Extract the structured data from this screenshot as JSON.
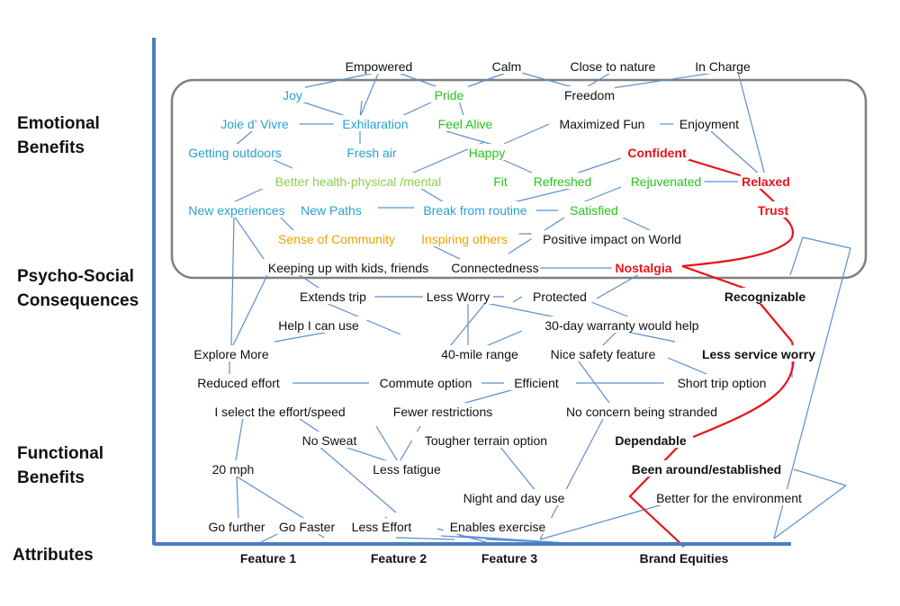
{
  "row_labels": {
    "emotional": "Emotional Benefits",
    "psycho": "Psycho-Social Consequences",
    "functional": "Functional Benefits",
    "attributes": "Attributes"
  },
  "features": {
    "f1": "Feature 1",
    "f2": "Feature 2",
    "f3": "Feature 3",
    "brand": "Brand Equities"
  },
  "colors": {
    "axis": "#4a7ebf",
    "line": "#5b8fcf",
    "highlight": "#e8141b",
    "box": "#7f7f7f",
    "blue_text": "#2a9fd6",
    "green_text": "#27c21f",
    "lightgreen_text": "#8ccf4d",
    "orange_text": "#e6a400",
    "black_text": "#111111",
    "red_text": "#e8141b"
  },
  "nodes": [
    {
      "id": "empowered",
      "label": "Empowered",
      "color": "black"
    },
    {
      "id": "calm",
      "label": "Calm",
      "color": "black"
    },
    {
      "id": "close_nature",
      "label": "Close to nature",
      "color": "black"
    },
    {
      "id": "in_charge",
      "label": "In Charge",
      "color": "black"
    },
    {
      "id": "joy",
      "label": "Joy",
      "color": "blue"
    },
    {
      "id": "pride",
      "label": "Pride",
      "color": "green"
    },
    {
      "id": "freedom",
      "label": "Freedom",
      "color": "black"
    },
    {
      "id": "joie",
      "label": "Joie d’ Vivre",
      "color": "blue"
    },
    {
      "id": "exhilaration",
      "label": "Exhilaration",
      "color": "blue"
    },
    {
      "id": "feel_alive",
      "label": "Feel Alive",
      "color": "green"
    },
    {
      "id": "max_fun",
      "label": "Maximized Fun",
      "color": "black"
    },
    {
      "id": "enjoyment",
      "label": "Enjoyment",
      "color": "black"
    },
    {
      "id": "getting_outdoors",
      "label": "Getting outdoors",
      "color": "blue"
    },
    {
      "id": "fresh_air",
      "label": "Fresh air",
      "color": "blue"
    },
    {
      "id": "happy",
      "label": "Happy",
      "color": "green"
    },
    {
      "id": "confident",
      "label": "Confident",
      "color": "red"
    },
    {
      "id": "better_health",
      "label": "Better health-physical /mental",
      "color": "lightgreen"
    },
    {
      "id": "fit",
      "label": "Fit",
      "color": "green"
    },
    {
      "id": "refreshed",
      "label": "Refreshed",
      "color": "green"
    },
    {
      "id": "rejuvenated",
      "label": "Rejuvenated",
      "color": "green"
    },
    {
      "id": "relaxed",
      "label": "Relaxed",
      "color": "red"
    },
    {
      "id": "new_exp",
      "label": "New  experiences",
      "color": "blue"
    },
    {
      "id": "new_paths",
      "label": "New Paths",
      "color": "blue"
    },
    {
      "id": "break_routine",
      "label": "Break from routine",
      "color": "blue"
    },
    {
      "id": "satisfied",
      "label": "Satisfied",
      "color": "green"
    },
    {
      "id": "trust",
      "label": "Trust",
      "color": "red"
    },
    {
      "id": "sense_comm",
      "label": "Sense of Community",
      "color": "orange"
    },
    {
      "id": "inspiring",
      "label": "Inspiring others",
      "color": "orange"
    },
    {
      "id": "pos_impact",
      "label": "Positive impact on World",
      "color": "black"
    },
    {
      "id": "keeping_up",
      "label": "Keeping up with kids, friends",
      "color": "black"
    },
    {
      "id": "connectedness",
      "label": "Connectedness",
      "color": "black"
    },
    {
      "id": "nostalgia",
      "label": "Nostalgia",
      "color": "red"
    },
    {
      "id": "extends_trip",
      "label": "Extends trip",
      "color": "black"
    },
    {
      "id": "less_worry",
      "label": "Less Worry",
      "color": "black"
    },
    {
      "id": "protected",
      "label": "Protected",
      "color": "black"
    },
    {
      "id": "recognizable",
      "label": "Recognizable",
      "color": "boldblack"
    },
    {
      "id": "help_use",
      "label": "Help I can use",
      "color": "black"
    },
    {
      "id": "warranty",
      "label": "30-day warranty would help",
      "color": "black"
    },
    {
      "id": "explore_more",
      "label": "Explore More",
      "color": "black"
    },
    {
      "id": "mile_range",
      "label": "40-mile range",
      "color": "black"
    },
    {
      "id": "safety",
      "label": "Nice safety feature",
      "color": "black"
    },
    {
      "id": "less_service",
      "label": "Less service worry",
      "color": "boldblack"
    },
    {
      "id": "reduced_effort",
      "label": "Reduced effort",
      "color": "black"
    },
    {
      "id": "commute",
      "label": "Commute option",
      "color": "black"
    },
    {
      "id": "efficient",
      "label": "Efficient",
      "color": "black"
    },
    {
      "id": "short_trip",
      "label": "Short trip option",
      "color": "black"
    },
    {
      "id": "select_effort",
      "label": "I select the effort/speed",
      "color": "black"
    },
    {
      "id": "fewer_restr",
      "label": "Fewer restrictions",
      "color": "black"
    },
    {
      "id": "no_concern",
      "label": "No concern being stranded",
      "color": "black"
    },
    {
      "id": "no_sweat",
      "label": "No Sweat",
      "color": "black"
    },
    {
      "id": "tougher",
      "label": "Tougher terrain option",
      "color": "black"
    },
    {
      "id": "dependable",
      "label": "Dependable",
      "color": "boldblack"
    },
    {
      "id": "mph20",
      "label": "20 mph",
      "color": "black"
    },
    {
      "id": "less_fatigue",
      "label": "Less fatigue",
      "color": "black"
    },
    {
      "id": "been_around",
      "label": "Been around/established",
      "color": "boldblack"
    },
    {
      "id": "night_day",
      "label": "Night and day use",
      "color": "black"
    },
    {
      "id": "better_env",
      "label": "Better for the environment",
      "color": "black"
    },
    {
      "id": "go_further",
      "label": "Go further",
      "color": "black"
    },
    {
      "id": "go_faster",
      "label": "Go Faster",
      "color": "black"
    },
    {
      "id": "less_effort",
      "label": "Less Effort",
      "color": "black"
    },
    {
      "id": "enables_ex",
      "label": "Enables exercise",
      "color": "black"
    }
  ]
}
